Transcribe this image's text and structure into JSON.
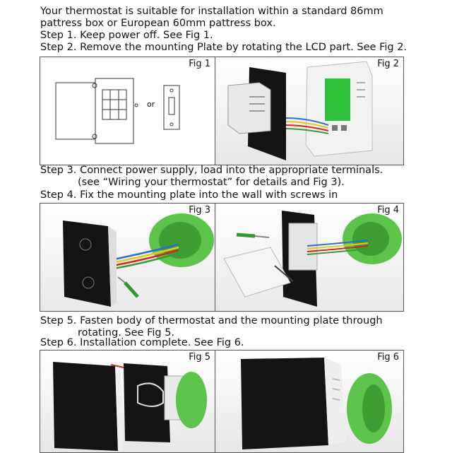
{
  "intro": {
    "line1": "Your thermostat is suitable for installation within a standard 86mm",
    "line2": "pattress box or European 60mm pattress box."
  },
  "steps": {
    "s1": "Step 1. Keep power off. See Fig 1.",
    "s2": "Step 2. Remove the mounting Plate by rotating the LCD part. See Fig 2.",
    "s3a": "Step 3. Connect power supply, load into the appropriate terminals.",
    "s3b": "(see “Wiring your thermostat” for details and Fig 3).",
    "s4": "Step 4. Fix the mounting plate into the wall with screws in",
    "s5a": "Step 5. Fasten body of thermostat and the mounting plate through",
    "s5b": "rotating. See Fig 5.",
    "s6": "Step 6. Installation complete. See Fig 6."
  },
  "figures": {
    "fig1": {
      "label": "Fig 1",
      "or_label": "or"
    },
    "fig2": {
      "label": "Fig 2"
    },
    "fig3": {
      "label": "Fig 3"
    },
    "fig4": {
      "label": "Fig 4"
    },
    "fig5": {
      "label": "Fig 5"
    },
    "fig6": {
      "label": "Fig 6"
    }
  },
  "colors": {
    "panel_border": "#555555",
    "green_box": "#5cc44a",
    "screen_green": "#2fc13c",
    "black_panel": "#141414",
    "wire_red": "#d2281e",
    "wire_yellow": "#e8c81a",
    "wire_blue": "#2a6fd6"
  }
}
